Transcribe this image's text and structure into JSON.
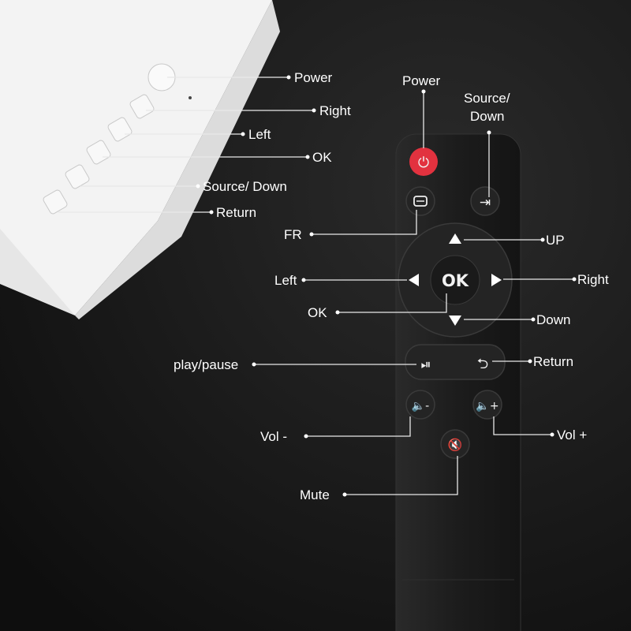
{
  "colors": {
    "background": "#161616",
    "remote_body": "#1e1e1e",
    "power_button": "#e2323f",
    "projector_body": "#f4f4f4"
  },
  "projector_labels": {
    "power": "Power",
    "right": "Right",
    "left": "Left",
    "ok": "OK",
    "source_down": "Source/ Down",
    "return": "Return"
  },
  "remote_labels": {
    "power": "Power",
    "source_down_1": "Source/",
    "source_down_2": "Down",
    "fr": "FR",
    "up": "UP",
    "left": "Left",
    "ok": "OK",
    "right": "Right",
    "down": "Down",
    "play_pause": "play/pause",
    "return": "Return",
    "vol_down": "Vol -",
    "vol_up": "Vol +",
    "mute": "Mute"
  },
  "remote_buttons": {
    "ok": "OK"
  },
  "icons": [
    "power-icon",
    "source-icon",
    "menu-icon",
    "arrow-up-icon",
    "arrow-left-icon",
    "arrow-right-icon",
    "arrow-down-icon",
    "play-pause-icon",
    "return-icon",
    "volume-down-icon",
    "volume-up-icon",
    "mute-icon"
  ]
}
